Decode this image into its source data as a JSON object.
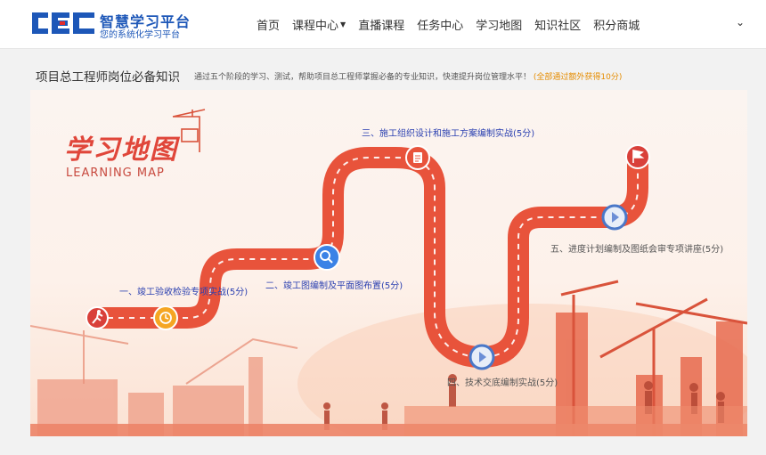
{
  "header": {
    "logo_text": "CEC",
    "brand_title": "智慧学习平台",
    "brand_subtitle": "您的系统化学习平台",
    "nav": [
      {
        "label": "首页"
      },
      {
        "label": "课程中心",
        "has_caret": true
      },
      {
        "label": "直播课程"
      },
      {
        "label": "任务中心"
      },
      {
        "label": "学习地图"
      },
      {
        "label": "知识社区"
      },
      {
        "label": "积分商城"
      }
    ],
    "user_menu_icon": "chevron-down-icon"
  },
  "page": {
    "title": "项目总工程师岗位必备知识",
    "description": "通过五个阶段的学习、测试，帮助项目总工程师掌握必备的专业知识，快速提升岗位管理水平！",
    "bonus": "(全部通过额外获得10分)"
  },
  "map": {
    "title": "学习地图",
    "subtitle": "LEARNING MAP",
    "stages": [
      {
        "label": "一、竣工验收检验专项实战(5分)",
        "icon": "clock-icon"
      },
      {
        "label": "二、竣工图编制及平面图布置(5分)",
        "icon": "search-icon"
      },
      {
        "label": "三、施工组织设计和施工方案编制实战(5分)",
        "icon": "document-icon"
      },
      {
        "label": "四、技术交底编制实战(5分)",
        "icon": "play-icon"
      },
      {
        "label": "五、进度计划编制及图纸会审专项讲座(5分)",
        "icon": "play-icon"
      }
    ],
    "start_icon": "runner-icon",
    "end_icon": "flag-icon"
  },
  "colors": {
    "brand_blue": "#1d57b8",
    "road_red": "#e8533b",
    "accent_orange": "#e58c00",
    "stage_blue": "#2a3fb0"
  }
}
